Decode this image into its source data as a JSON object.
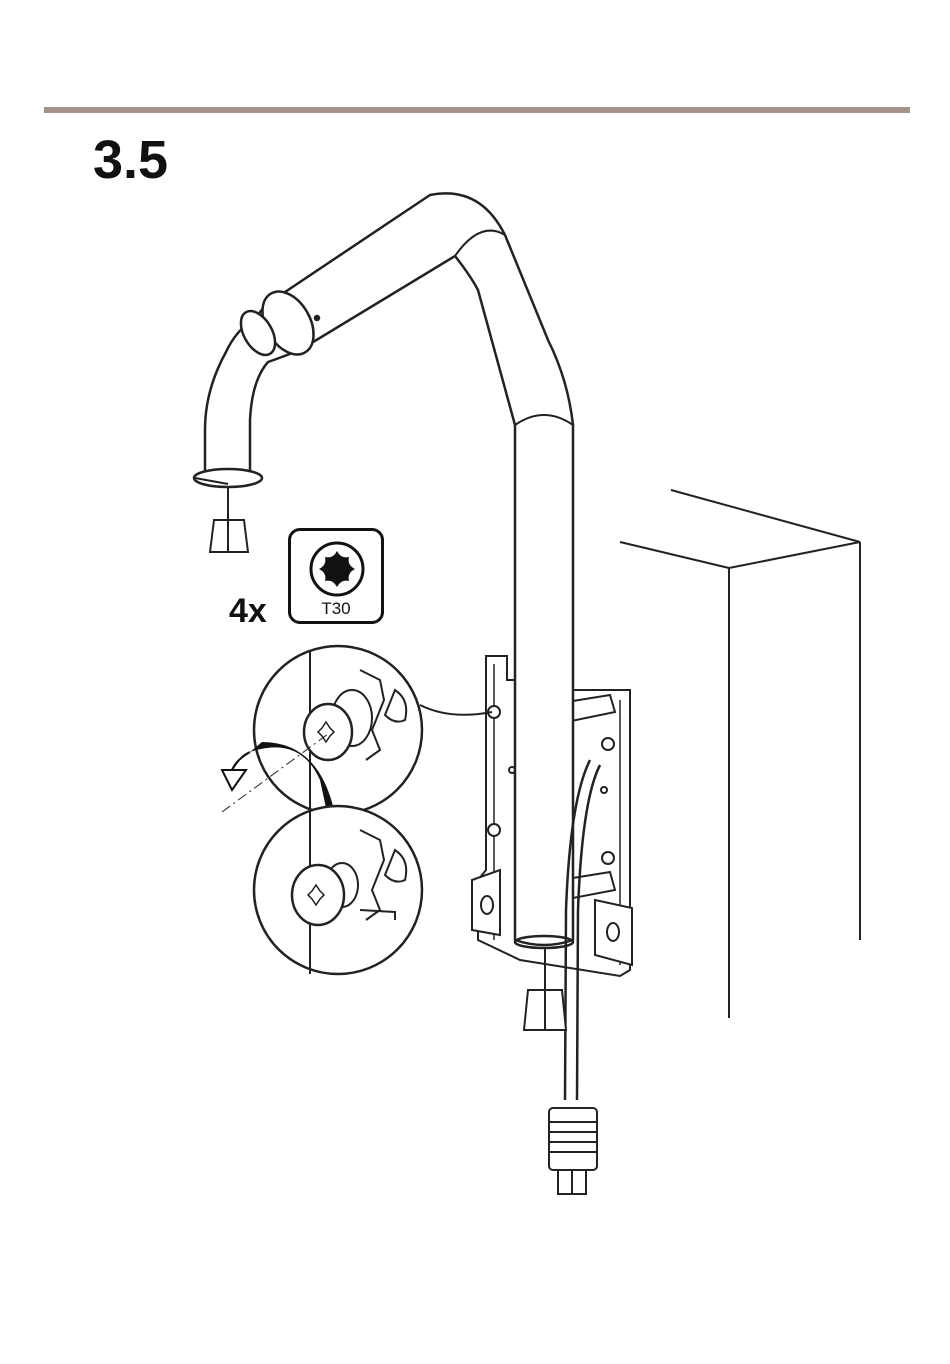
{
  "header": {
    "step_number": "3.5",
    "rule_color": "#a39388"
  },
  "tool": {
    "quantity_label": "4x",
    "bit_label": "T30",
    "icon": "torx-icon"
  },
  "illustration": {
    "main": "pole-mount-assembly",
    "details": [
      "screw-loosened-detail",
      "screw-tightened-detail"
    ],
    "arrow": "rotation-arrow-icon",
    "wall": "wall-corner"
  }
}
